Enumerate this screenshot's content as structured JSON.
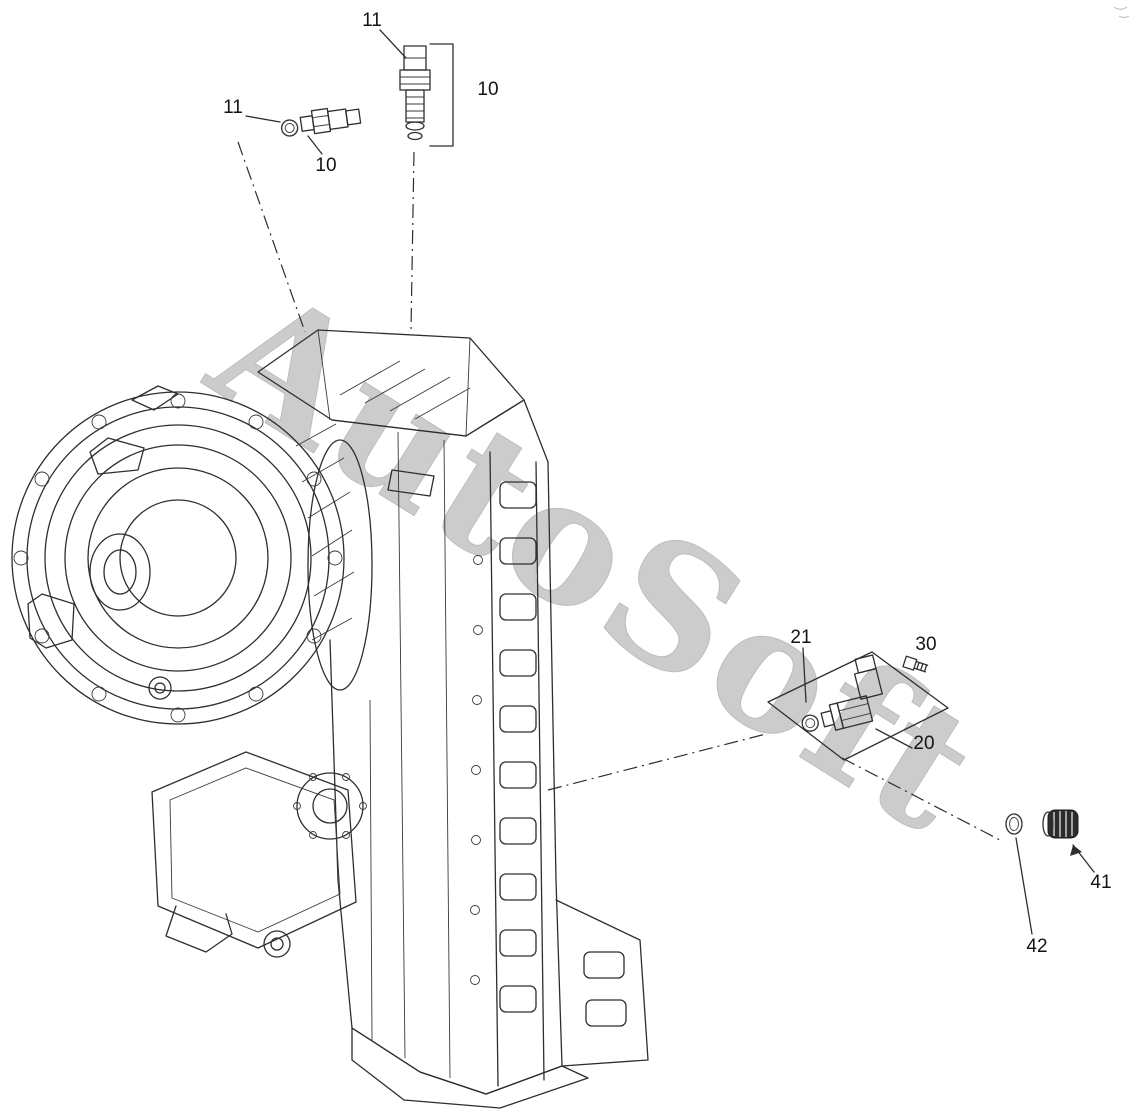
{
  "watermark": "AutoSoft",
  "callouts": [
    {
      "label": "11"
    },
    {
      "label": "10"
    },
    {
      "label": "11"
    },
    {
      "label": "10"
    },
    {
      "label": "21"
    },
    {
      "label": "30"
    },
    {
      "label": "20"
    },
    {
      "label": "41"
    },
    {
      "label": "42"
    }
  ]
}
